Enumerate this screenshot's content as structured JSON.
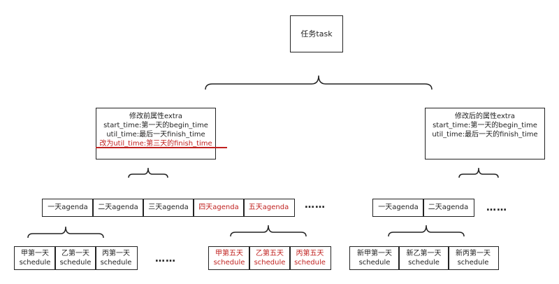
{
  "task": {
    "label": "任务task"
  },
  "before_extra": {
    "title": "修改前属性extra",
    "line1": "start_time:第一天的begin_time",
    "line2": "util_time:最后一天finish_time",
    "line3_red": "改为util_time:第三天的finish_time"
  },
  "after_extra": {
    "title": "修改后的属性extra",
    "line1": "start_time:第一天的begin_time",
    "line2": "util_time:最后一天的finish_time"
  },
  "agenda_left": [
    {
      "label": "一天agenda",
      "color": "#222222"
    },
    {
      "label": "二天agenda",
      "color": "#222222"
    },
    {
      "label": "三天agenda",
      "color": "#222222"
    },
    {
      "label": "四天agenda",
      "color": "#c0211f"
    },
    {
      "label": "五天agenda",
      "color": "#c0211f"
    }
  ],
  "agenda_right": [
    {
      "label": "一天agenda"
    },
    {
      "label": "二天agenda"
    }
  ],
  "schedule_left": [
    {
      "line1": "甲第一天",
      "line2": "schedule"
    },
    {
      "line1": "乙第一天",
      "line2": "schedule"
    },
    {
      "line1": "丙第一天",
      "line2": "schedule"
    }
  ],
  "schedule_mid": [
    {
      "line1": "甲第五天",
      "line2": "schedule"
    },
    {
      "line1": "乙第五天",
      "line2": "schedule"
    },
    {
      "line1": "丙第五天",
      "line2": "schedule"
    }
  ],
  "schedule_right": [
    {
      "line1": "新甲第一天",
      "line2": "schedule"
    },
    {
      "line1": "新乙第一天",
      "line2": "schedule"
    },
    {
      "line1": "新丙第一天",
      "line2": "schedule"
    }
  ],
  "ellipsis": "……",
  "colors": {
    "stroke": "#222222",
    "highlight": "#c0211f"
  }
}
